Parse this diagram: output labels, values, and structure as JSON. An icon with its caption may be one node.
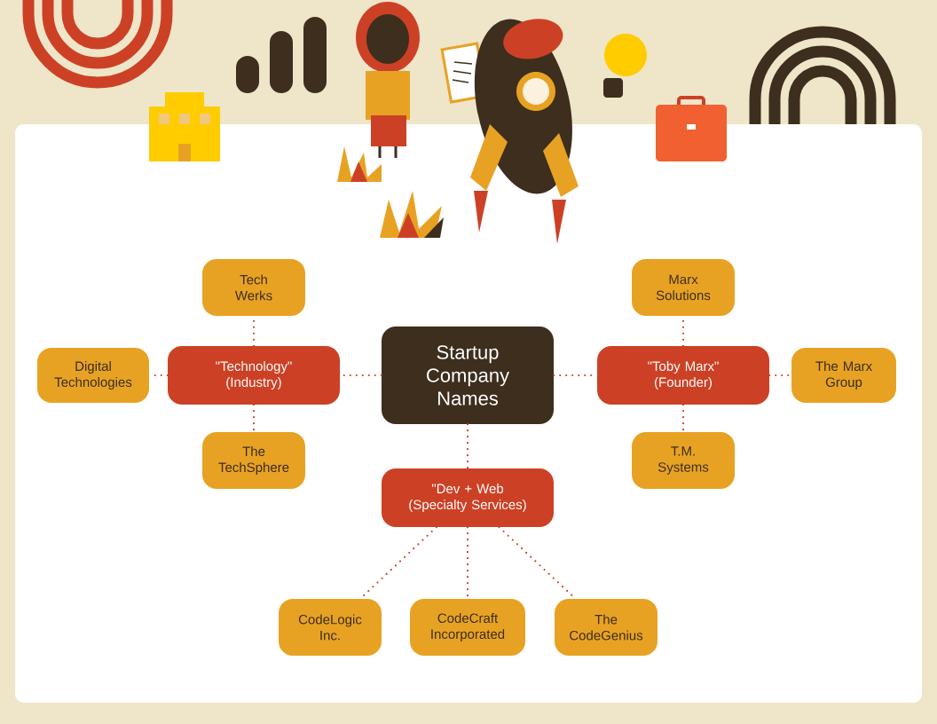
{
  "diagram": {
    "nodes": [
      {
        "text": [
          "Startup Company Names"
        ]
      },
      {
        "text": [
          "\"Technology\" (Industry)"
        ]
      },
      {
        "text": [
          "Tech Werks"
        ]
      },
      {
        "text": [
          "Digital Technologies"
        ]
      },
      {
        "text": [
          "The TechSphere"
        ]
      },
      {
        "text": [
          "\"Toby Marx\" (Founder)"
        ]
      },
      {
        "text": [
          "Marx Solutions"
        ]
      },
      {
        "text": [
          "The Marx Group"
        ]
      },
      {
        "text": [
          "T.M. Systems"
        ]
      },
      {
        "text": [
          "\"Dev + Web (Specialty Services)"
        ]
      },
      {
        "text": [
          "CodeLogic Inc."
        ]
      },
      {
        "text": [
          "CodeCraft Incorporated"
        ]
      },
      {
        "text": [
          "The CodeGenius"
        ]
      }
    ],
    "edges": [
      {
        "from": 0,
        "to": 1,
        "arrow": "none"
      },
      {
        "from": 1,
        "to": 2,
        "arrow": "none"
      },
      {
        "from": 1,
        "to": 3,
        "arrow": "none"
      },
      {
        "from": 1,
        "to": 4,
        "arrow": "none"
      },
      {
        "from": 0,
        "to": 5,
        "arrow": "none"
      },
      {
        "from": 5,
        "to": 6,
        "arrow": "none"
      },
      {
        "from": 5,
        "to": 7,
        "arrow": "none"
      },
      {
        "from": 5,
        "to": 8,
        "arrow": "none"
      },
      {
        "from": 0,
        "to": 9,
        "arrow": "none"
      },
      {
        "from": 9,
        "to": 10,
        "arrow": "none"
      },
      {
        "from": 9,
        "to": 11,
        "arrow": "none"
      },
      {
        "from": 9,
        "to": 12,
        "arrow": "none"
      }
    ]
  }
}
